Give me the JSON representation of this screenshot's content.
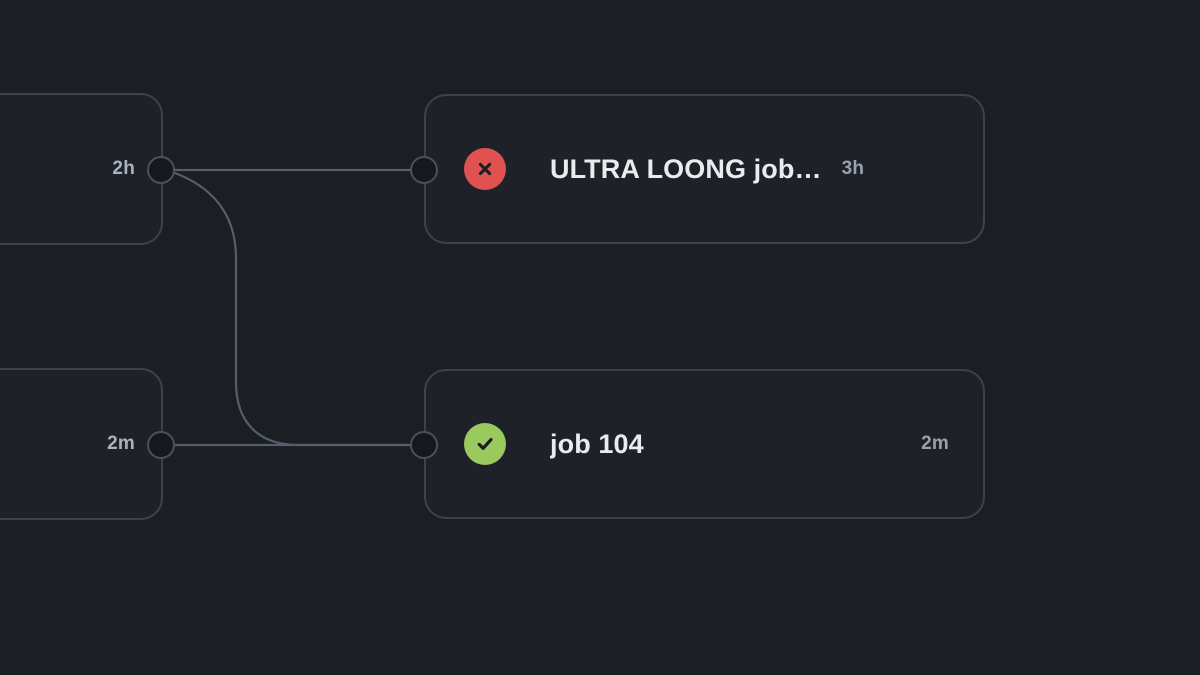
{
  "canvas": {
    "background_color": "#1b1e23",
    "edge_color": "#555e6b",
    "node_fill": "#1e2228",
    "node_border": "#3c424b"
  },
  "upstream_nodes": [
    {
      "id": "upstream-top",
      "duration": "2h"
    },
    {
      "id": "upstream-bottom",
      "duration": "2m"
    }
  ],
  "job_nodes": [
    {
      "id": "job-failed",
      "title": "ULTRA LOONG job…",
      "duration": "3h",
      "status": "failed",
      "status_icon": "close-circle-icon",
      "status_color": "#e05252"
    },
    {
      "id": "job-succeeded",
      "title": "job 104",
      "duration": "2m",
      "status": "succeeded",
      "status_icon": "check-circle-icon",
      "status_color": "#9ac95e"
    }
  ]
}
